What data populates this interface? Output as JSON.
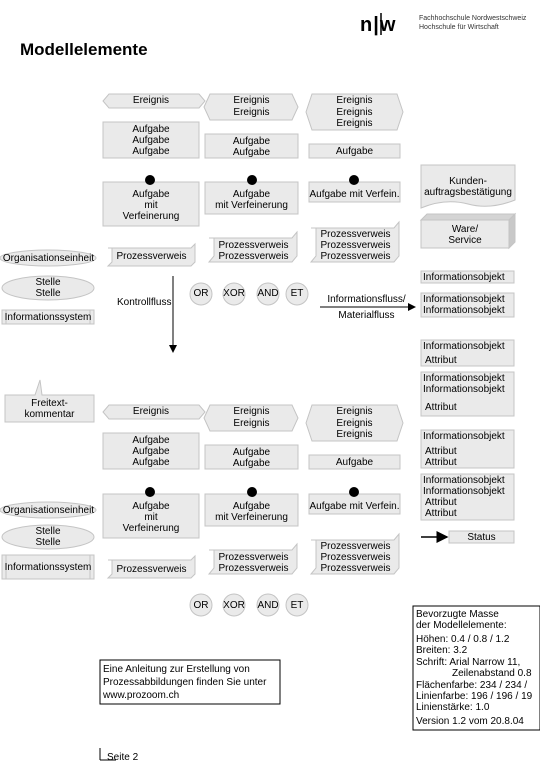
{
  "header": {
    "title": "Modellelemente",
    "logo_mark": "n|w",
    "institution_line1": "Fachhochschule Nordwestschweiz",
    "institution_line2": "Hochschule für Wirtschaft"
  },
  "labels": {
    "ereignis": "Ereignis",
    "aufgabe": "Aufgabe",
    "aufgabe_mit_verfeinerung_a": "Aufgabe",
    "aufgabe_mit_verfeinerung_b": "mit",
    "aufgabe_mit_verfeinerung_c": "Verfeinerung",
    "mit_verfeinerung": "mit Verfeinerung",
    "aufgabe_mit_verfein": "Aufgabe mit Verfein.",
    "kunden_1": "Kunden-",
    "kunden_2": "auftragsbestätigung",
    "ware_1": "Ware/",
    "ware_2": "Service",
    "organisationseinheit": "Organisationseinheit",
    "prozessverweis": "Prozessverweis",
    "stelle": "Stelle",
    "informationssystem": "Informationssystem",
    "kontrollfluss": "Kontrollfluss",
    "or": "OR",
    "xor": "XOR",
    "and": "AND",
    "et": "ET",
    "informationsfluss": "Informationsfluss/",
    "materialfluss": "Materialfluss",
    "informationsobjekt": "Informationsobjekt",
    "attribut": "Attribut",
    "freitext_1": "Freitext-",
    "freitext_2": "kommentar",
    "status": "Status"
  },
  "anleitung": {
    "line1": "Eine Anleitung zur Erstellung von",
    "line2": "Prozessabbildungen finden Sie unter",
    "line3": "www.prozoom.ch"
  },
  "masse": {
    "line1": "Bevorzugte Masse",
    "line2": "der Modellelemente:",
    "line3": "Höhen: 0.4 / 0.8 / 1.2",
    "line4": "Breiten: 3.2",
    "line5": "Schrift: Arial Narrow 11,",
    "line6": "Zeilenabstand 0.8",
    "line7": "Flächenfarbe: 234 / 234 /",
    "line8": "Linienfarbe: 196 / 196 / 19",
    "line9": "Linienstärke: 1.0",
    "line10": "Version 1.2 vom 20.8.04"
  },
  "footer": {
    "page": "Seite 2"
  },
  "colors": {
    "fill": "#eaeaea",
    "line": "#c4c4c4",
    "text": "#000000"
  }
}
